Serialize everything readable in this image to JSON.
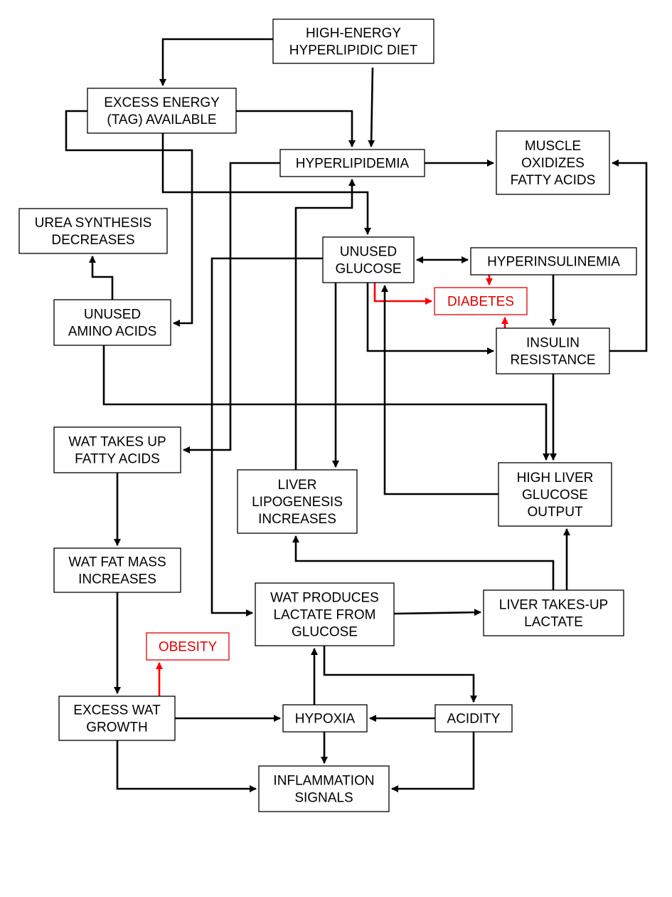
{
  "colors": {
    "default": "#000000",
    "highlight": "#ff0000"
  },
  "nodes": [
    {
      "id": "diet",
      "lines": [
        "HIGH-ENERGY",
        "HYPERLIPIDIC DIET"
      ],
      "style": "default"
    },
    {
      "id": "excess_energy",
      "lines": [
        "EXCESS ENERGY",
        "(TAG) AVAILABLE"
      ],
      "style": "default"
    },
    {
      "id": "hyperlipidemia",
      "lines": [
        "HYPERLIPIDEMIA"
      ],
      "style": "default"
    },
    {
      "id": "muscle",
      "lines": [
        "MUSCLE",
        "OXIDIZES",
        "FATTY ACIDS"
      ],
      "style": "default"
    },
    {
      "id": "urea",
      "lines": [
        "UREA SYNTHESIS",
        "DECREASES"
      ],
      "style": "default"
    },
    {
      "id": "unused_glucose",
      "lines": [
        "UNUSED",
        "GLUCOSE"
      ],
      "style": "default"
    },
    {
      "id": "hyperinsulinemia",
      "lines": [
        "HYPERINSULINEMIA"
      ],
      "style": "default"
    },
    {
      "id": "diabetes",
      "lines": [
        "DIABETES"
      ],
      "style": "highlight"
    },
    {
      "id": "amino",
      "lines": [
        "UNUSED",
        "AMINO ACIDS"
      ],
      "style": "default"
    },
    {
      "id": "insulin_res",
      "lines": [
        "INSULIN",
        "RESISTANCE"
      ],
      "style": "default"
    },
    {
      "id": "wat_fa",
      "lines": [
        "WAT TAKES UP",
        "FATTY ACIDS"
      ],
      "style": "default"
    },
    {
      "id": "lipogenesis",
      "lines": [
        "LIVER",
        "LIPOGENESIS",
        "INCREASES"
      ],
      "style": "default"
    },
    {
      "id": "hlgo",
      "lines": [
        "HIGH LIVER",
        "GLUCOSE",
        "OUTPUT"
      ],
      "style": "default"
    },
    {
      "id": "wat_mass",
      "lines": [
        "WAT FAT MASS",
        "INCREASES"
      ],
      "style": "default"
    },
    {
      "id": "lactate_prod",
      "lines": [
        "WAT PRODUCES",
        "LACTATE FROM",
        "GLUCOSE"
      ],
      "style": "default"
    },
    {
      "id": "liver_lactate",
      "lines": [
        "LIVER TAKES-UP",
        "LACTATE"
      ],
      "style": "default"
    },
    {
      "id": "obesity",
      "lines": [
        "OBESITY"
      ],
      "style": "highlight"
    },
    {
      "id": "excess_wat",
      "lines": [
        "EXCESS WAT",
        "GROWTH"
      ],
      "style": "default"
    },
    {
      "id": "hypoxia",
      "lines": [
        "HYPOXIA"
      ],
      "style": "default"
    },
    {
      "id": "acidity",
      "lines": [
        "ACIDITY"
      ],
      "style": "default"
    },
    {
      "id": "inflammation",
      "lines": [
        "INFLAMMATION",
        "SIGNALS"
      ],
      "style": "default"
    }
  ],
  "edges": [
    {
      "from": "diet",
      "to": "excess_energy",
      "style": "default"
    },
    {
      "from": "diet",
      "to": "hyperlipidemia",
      "style": "default"
    },
    {
      "from": "excess_energy",
      "to": "hyperlipidemia",
      "style": "default"
    },
    {
      "from": "excess_energy",
      "to": "amino",
      "style": "default"
    },
    {
      "from": "excess_energy",
      "to": "unused_glucose",
      "style": "default"
    },
    {
      "from": "hyperlipidemia",
      "to": "muscle",
      "style": "default"
    },
    {
      "from": "hyperlipidemia",
      "to": "wat_fa",
      "style": "default"
    },
    {
      "from": "lipogenesis",
      "to": "hyperlipidemia",
      "style": "default"
    },
    {
      "from": "amino",
      "to": "urea",
      "style": "default"
    },
    {
      "from": "amino",
      "to": "hlgo",
      "style": "default"
    },
    {
      "from": "unused_glucose",
      "to": "hyperinsulinemia",
      "style": "default",
      "bidirectional": true
    },
    {
      "from": "unused_glucose",
      "to": "diabetes",
      "style": "highlight"
    },
    {
      "from": "unused_glucose",
      "to": "insulin_res",
      "style": "default"
    },
    {
      "from": "unused_glucose",
      "to": "lipogenesis",
      "style": "default"
    },
    {
      "from": "unused_glucose",
      "to": "lactate_prod",
      "style": "default"
    },
    {
      "from": "hyperinsulinemia",
      "to": "diabetes",
      "style": "highlight"
    },
    {
      "from": "hyperinsulinemia",
      "to": "insulin_res",
      "style": "default"
    },
    {
      "from": "insulin_res",
      "to": "diabetes",
      "style": "highlight"
    },
    {
      "from": "insulin_res",
      "to": "muscle",
      "style": "default"
    },
    {
      "from": "insulin_res",
      "to": "hlgo",
      "style": "default"
    },
    {
      "from": "hlgo",
      "to": "unused_glucose",
      "style": "default"
    },
    {
      "from": "wat_fa",
      "to": "wat_mass",
      "style": "default"
    },
    {
      "from": "wat_mass",
      "to": "excess_wat",
      "style": "default"
    },
    {
      "from": "excess_wat",
      "to": "obesity",
      "style": "highlight"
    },
    {
      "from": "excess_wat",
      "to": "hypoxia",
      "style": "default"
    },
    {
      "from": "excess_wat",
      "to": "inflammation",
      "style": "default"
    },
    {
      "from": "lactate_prod",
      "to": "liver_lactate",
      "style": "default"
    },
    {
      "from": "lactate_prod",
      "to": "acidity",
      "style": "default"
    },
    {
      "from": "liver_lactate",
      "to": "lipogenesis",
      "style": "default"
    },
    {
      "from": "liver_lactate",
      "to": "hlgo",
      "style": "default"
    },
    {
      "from": "hypoxia",
      "to": "lactate_prod",
      "style": "default"
    },
    {
      "from": "hypoxia",
      "to": "inflammation",
      "style": "default"
    },
    {
      "from": "acidity",
      "to": "hypoxia",
      "style": "default"
    },
    {
      "from": "acidity",
      "to": "inflammation",
      "style": "default"
    }
  ]
}
